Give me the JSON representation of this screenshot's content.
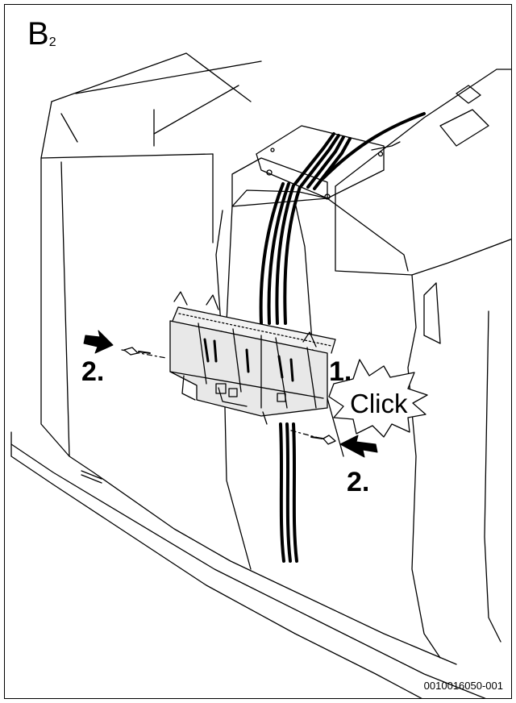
{
  "panel": {
    "letter": "B",
    "subscript": "2"
  },
  "steps": {
    "step1": "1.",
    "step2_left": "2.",
    "step2_right": "2."
  },
  "callout": {
    "text": "Click"
  },
  "document_id": "0010016050-001"
}
